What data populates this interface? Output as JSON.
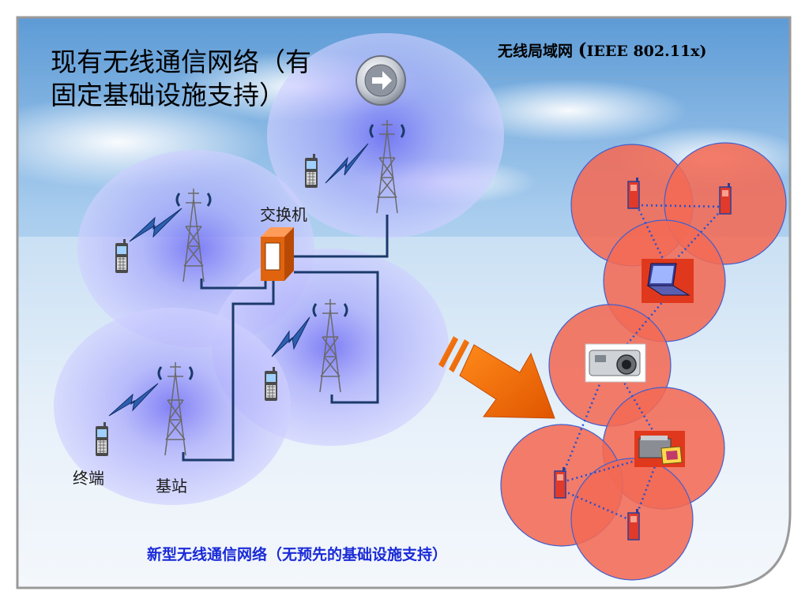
{
  "title": "现有无线通信网络（有固定基础设施支持）",
  "wlan_title": {
    "text": "无线局域网 (IEEE 802.11x)",
    "prefix": "无线局域网 ",
    "paren_open": "(",
    "body": "IEEE  802.11x",
    "paren_close": ")"
  },
  "labels": {
    "switch": "交换机",
    "terminal": "终端",
    "base_station": "基站"
  },
  "bottom_caption": "新型无线通信网络（无预先的基础设施支持）",
  "colors": {
    "cell_fill": "#b9b9ff",
    "adhoc_fill": "#f26a54",
    "wire": "#1b3a6b",
    "dotted_link": "#1f50d8",
    "arrow": "#ff6a00",
    "caption": "#1a2ad8"
  },
  "icons": [
    "arrow-button-icon",
    "tower-icon",
    "mobile-phone-icon",
    "lightning-signal-icon",
    "switch-box-icon",
    "laptop-icon",
    "camera-icon",
    "printer-icon",
    "big-arrow-icon"
  ]
}
